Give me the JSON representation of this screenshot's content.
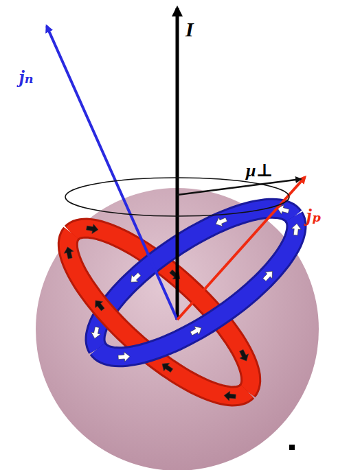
{
  "diagram": {
    "labels": [
      "I",
      "μ⊥",
      "jₙ",
      "jₚ"
    ]
  }
}
